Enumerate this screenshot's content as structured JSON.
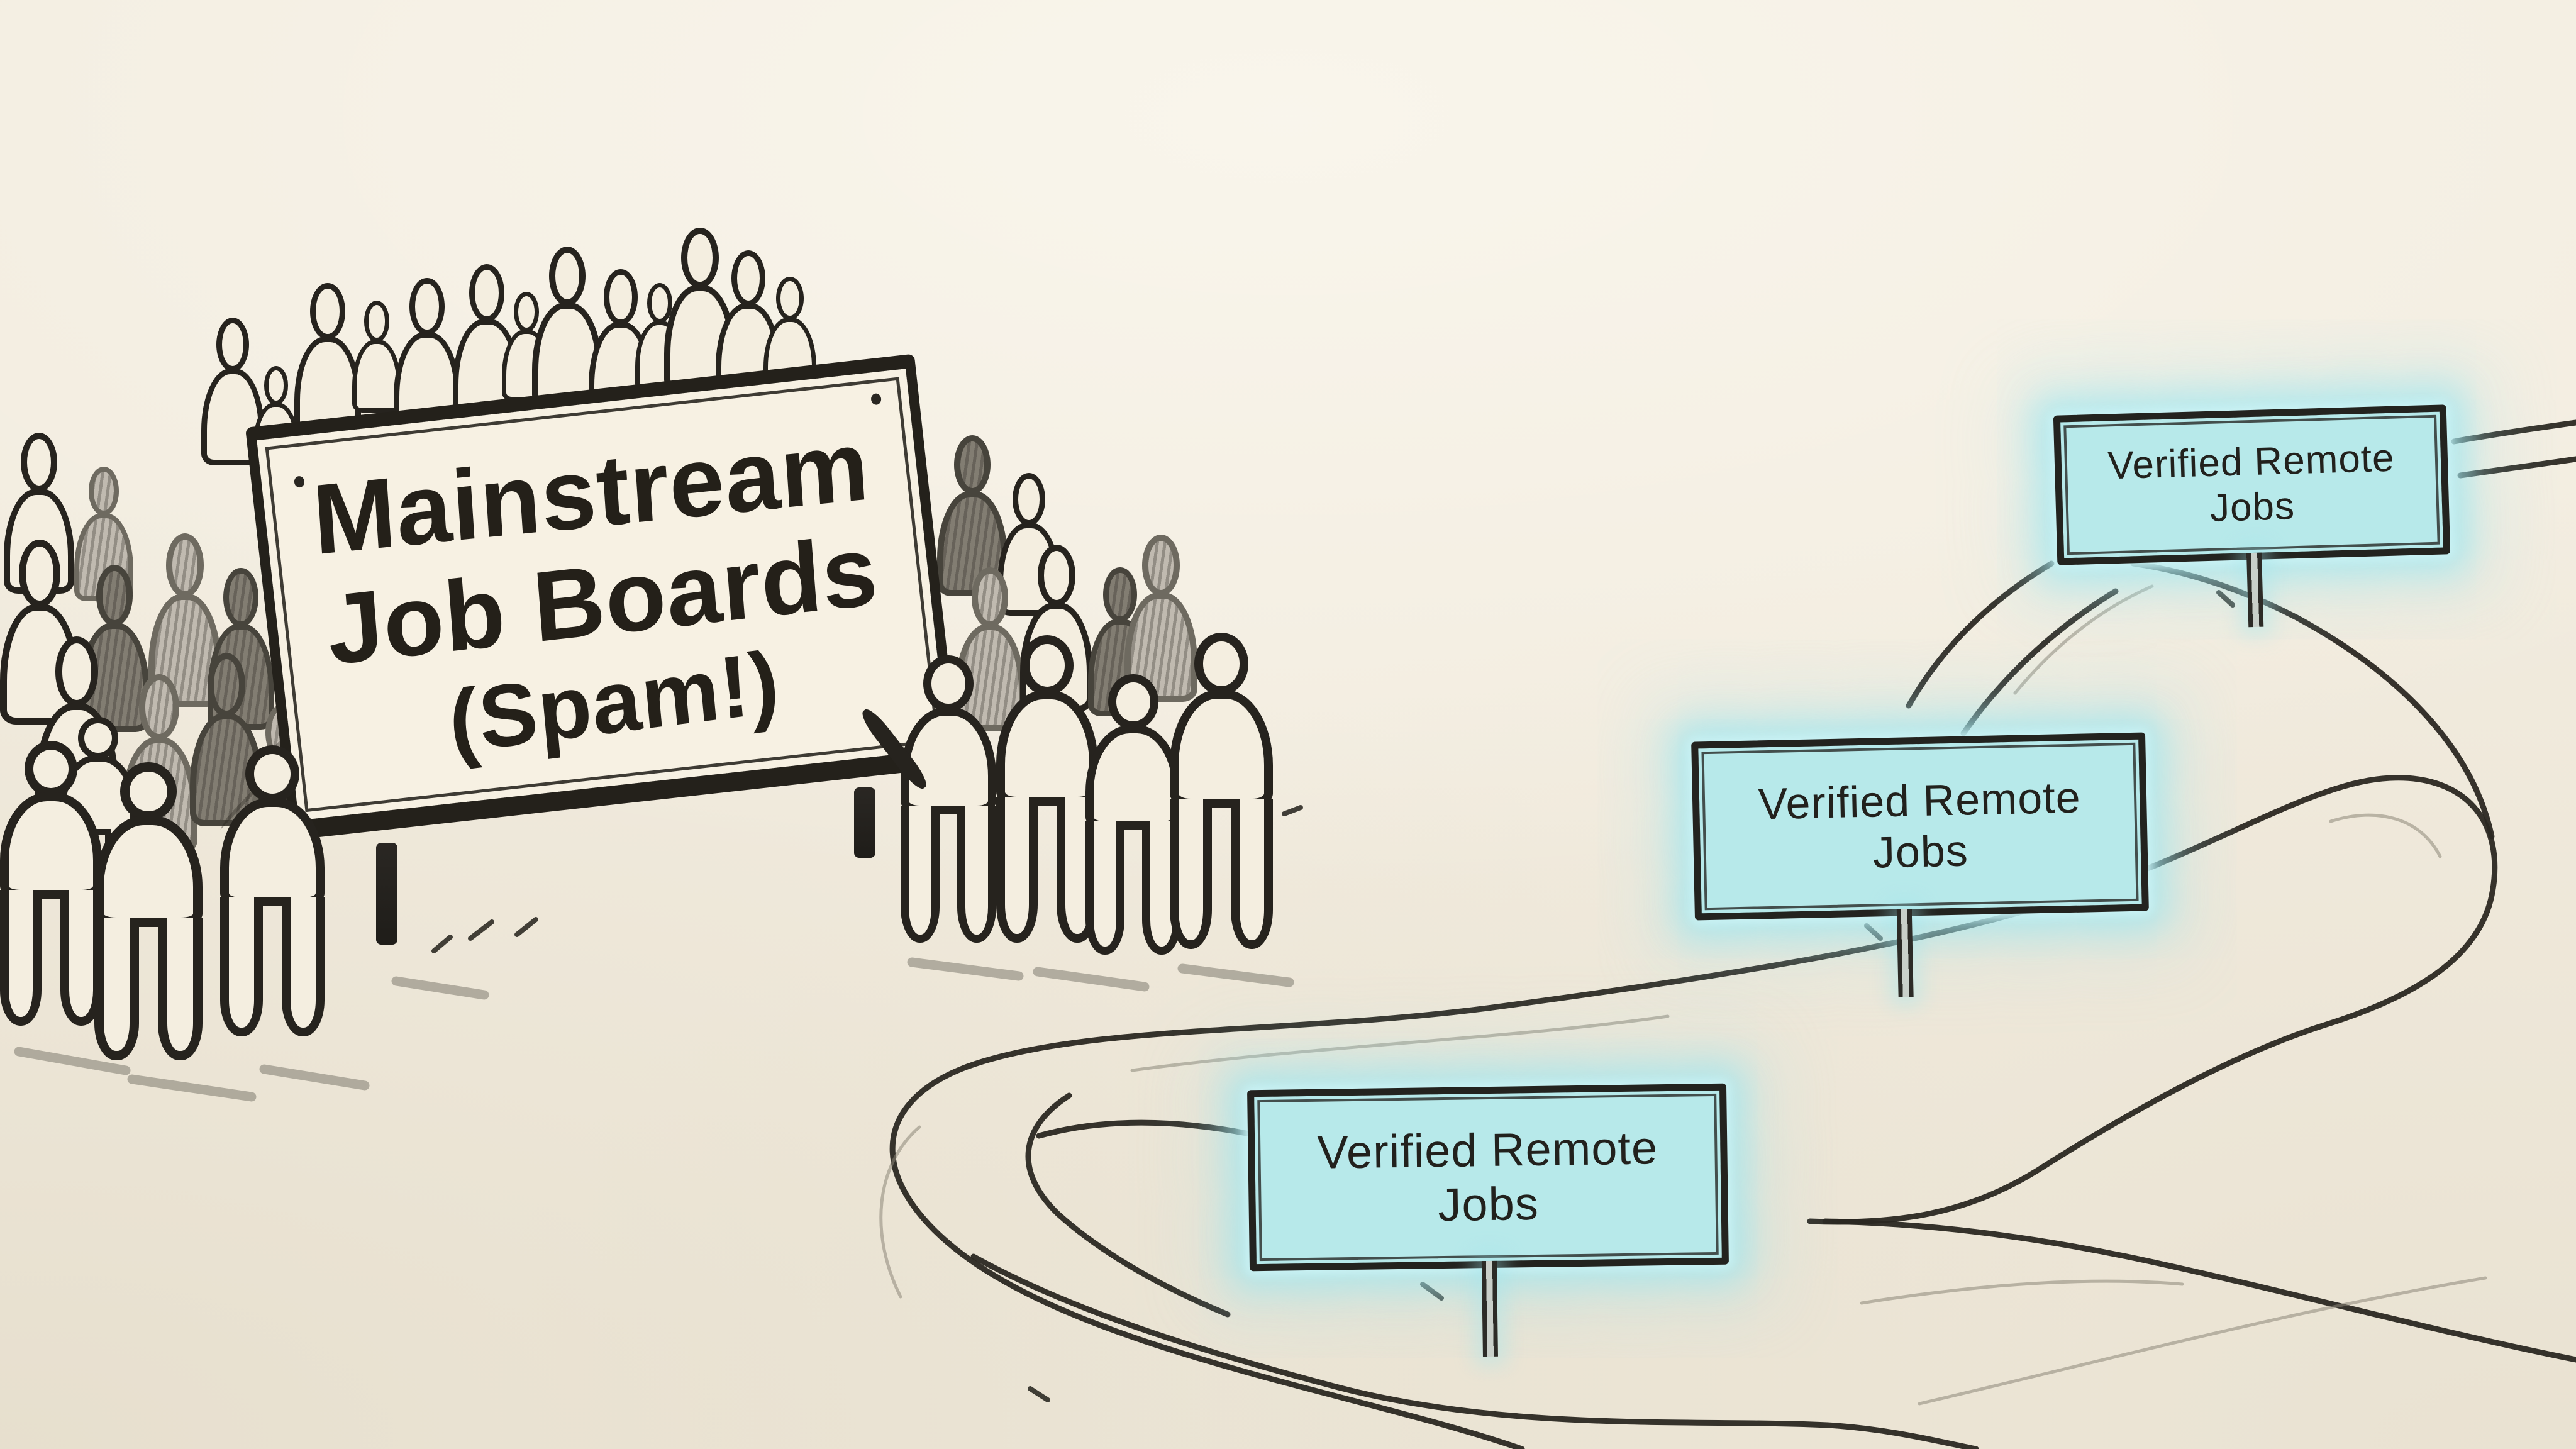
{
  "illustration": {
    "billboard": {
      "lines": [
        "Mainstream",
        "Job Boards",
        "(Spam!)"
      ]
    },
    "waypoints": [
      {
        "position": "bottom",
        "line1": "Verified Remote",
        "line2": "Jobs"
      },
      {
        "position": "middle",
        "line1": "Verified Remote",
        "line2": "Jobs"
      },
      {
        "position": "top",
        "line1": "Verified Remote",
        "line2": "Jobs"
      }
    ],
    "colors": {
      "paper": "#f2ecdf",
      "ink": "#24211b",
      "sign_fill": "#b7e9ea",
      "sign_glow": "#a0e4ee",
      "pencil": "#8d8779"
    }
  }
}
